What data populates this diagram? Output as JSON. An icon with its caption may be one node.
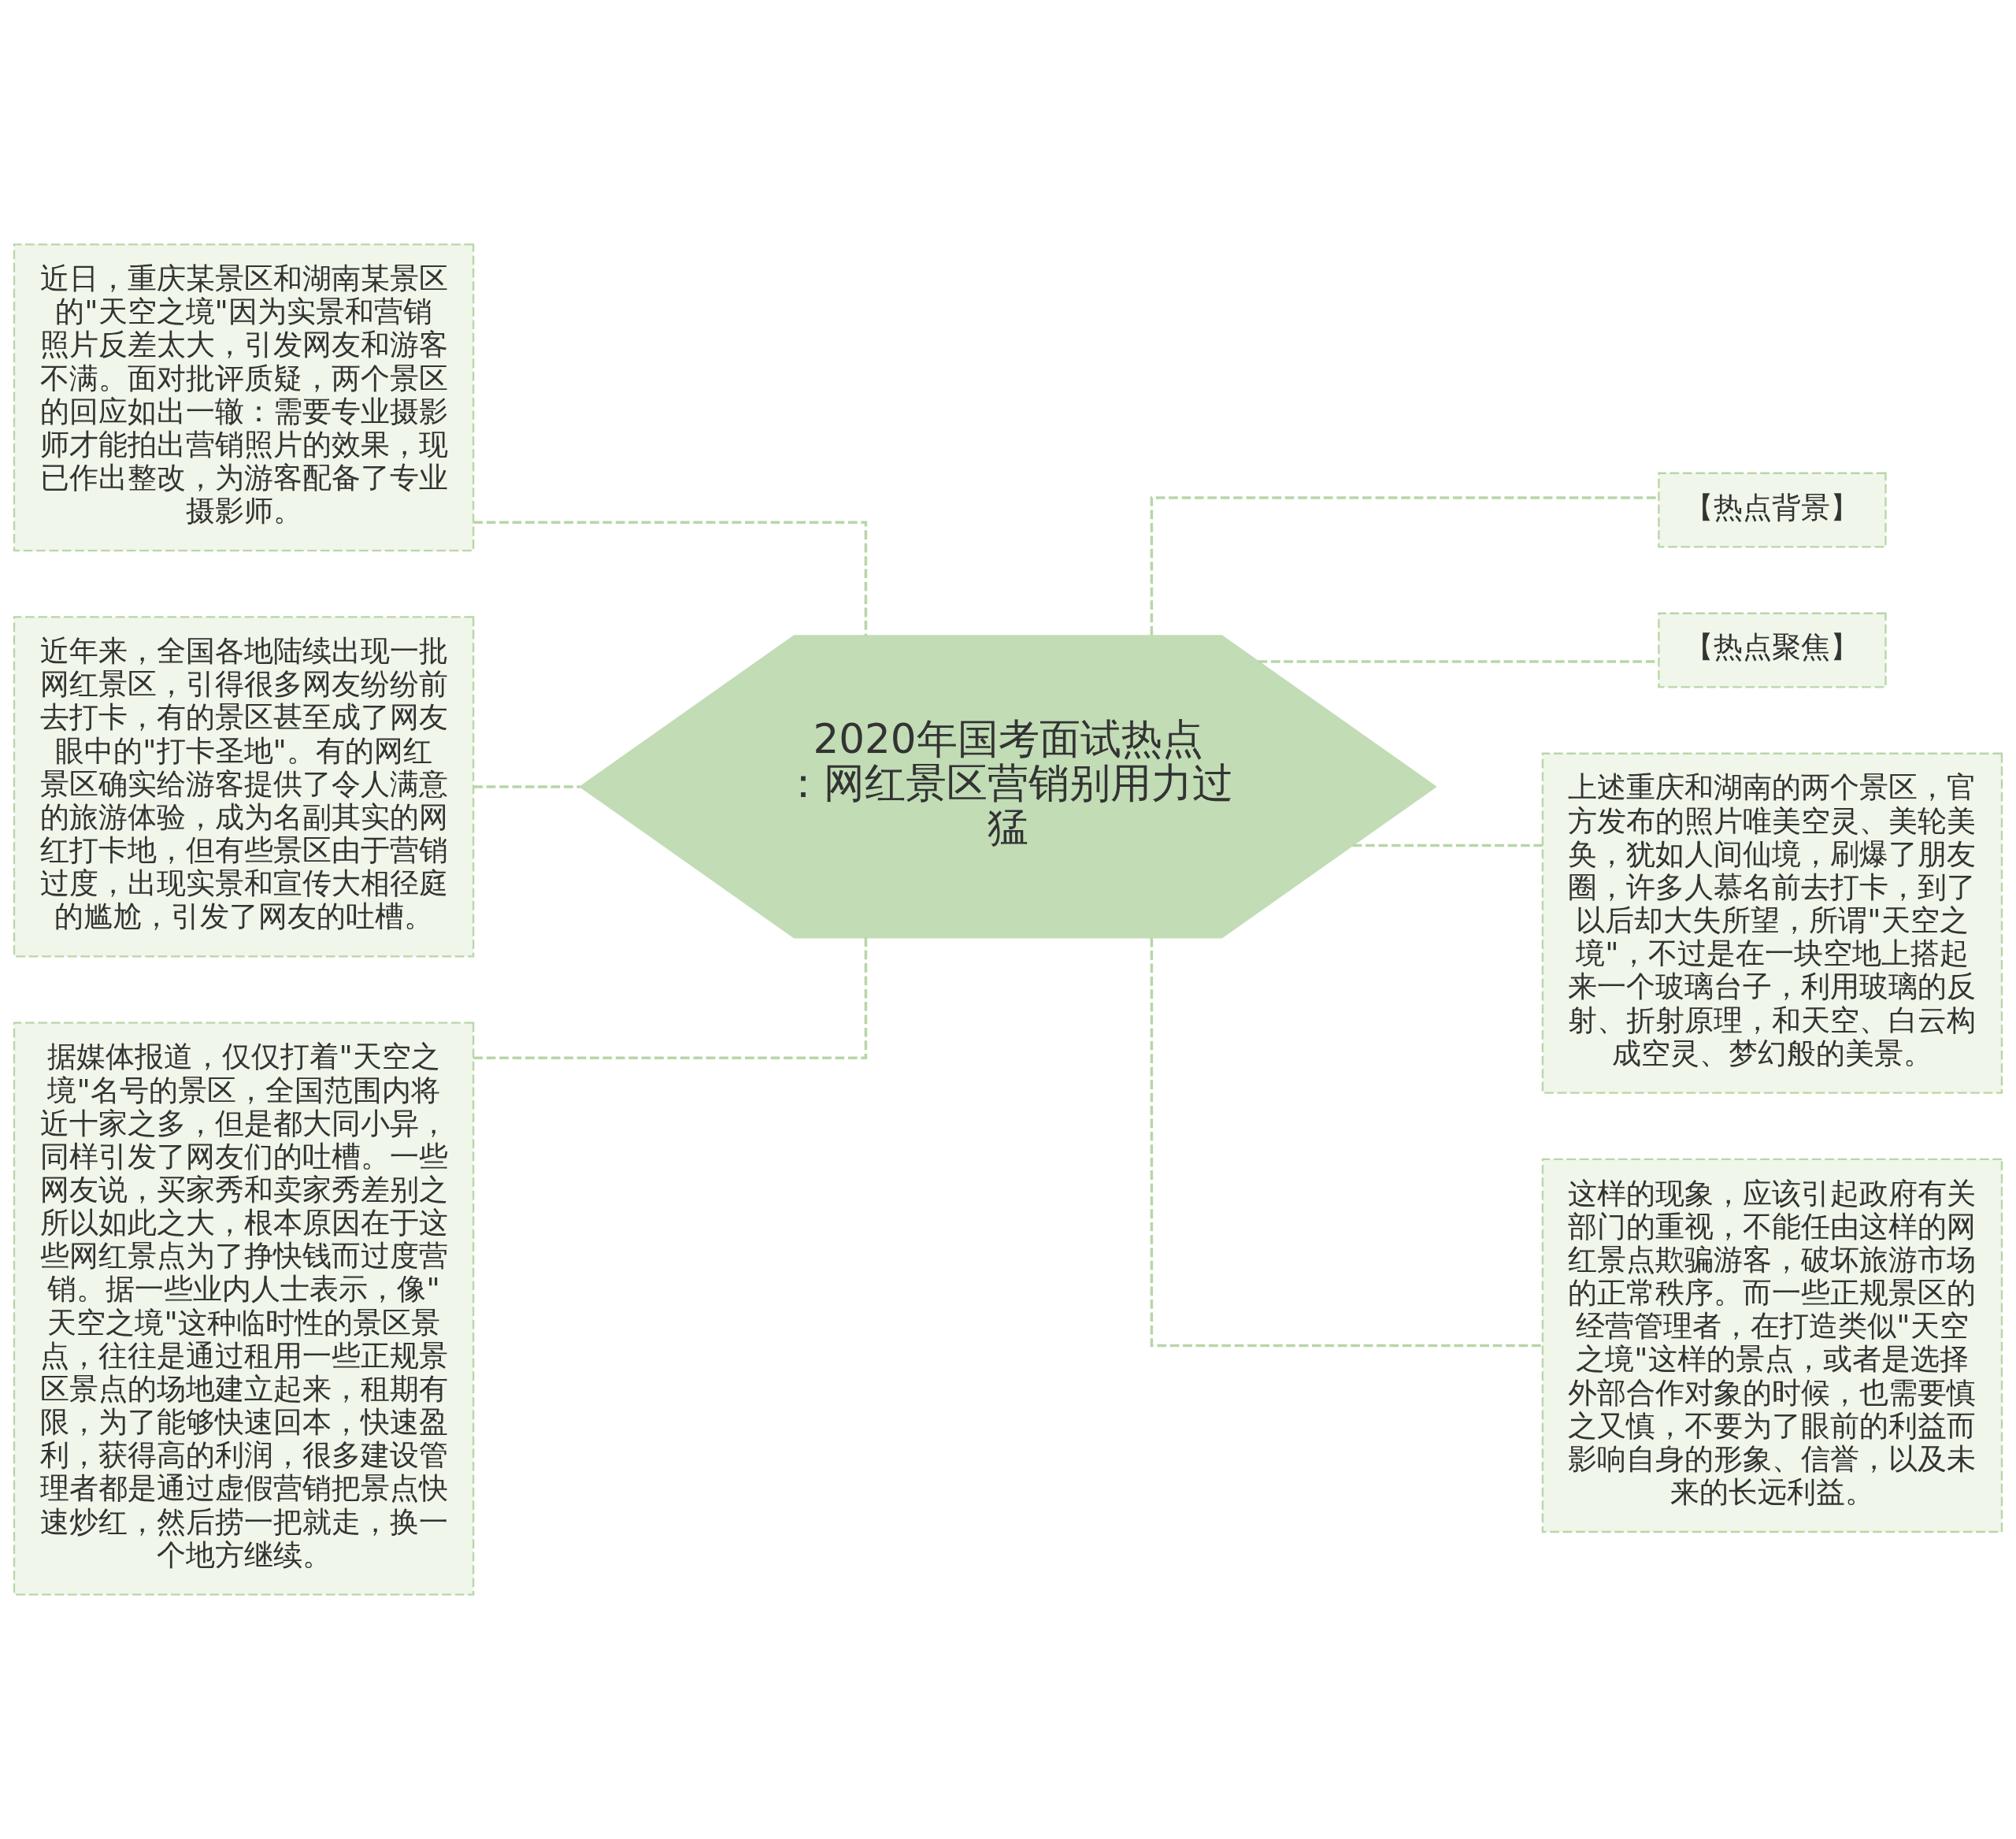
{
  "diagram": {
    "nodes": [
      {
        "text": [
          "2020年国考面试热点：网红景区营销别用力过猛"
        ]
      },
      {
        "text": [
          "近日，重庆某景区和湖南某景区的\"天空之境\"因为实景和营销照片反差太大，引发网友和游客不满。面对批评质疑，两个景区的回应如出一辙：需要专业摄影师才能拍出营销照片的效果，现已作出整改，为游客配备了专业摄影师。"
        ]
      },
      {
        "text": [
          "近年来，全国各地陆续出现一批网红景区，引得很多网友纷纷前去打卡，有的景区甚至成了网友眼中的\"打卡圣地\"。有的网红景区确实给游客提供了令人满意的旅游体验，成为名副其实的网红打卡地，但有些景区由于营销过度，出现实景和宣传大相径庭的尴尬，引发了网友的吐槽。"
        ]
      },
      {
        "text": [
          "据媒体报道，仅仅打着\"天空之境\"名号的景区，全国范围内将近十家之多，但是都大同小异，同样引发了网友们的吐槽。一些网友说，买家秀和卖家秀差别之所以如此之大，根本原因在于这些网红景点为了挣快钱而过度营销。据一些业内人士表示，像\"天空之境\"这种临时性的景区景点，往往是通过租用一些正规景区景点的场地建立起来，租期有限，为了能够快速回本，快速盈利，获得高的利润，很多建设管理者都是通过虚假营销把景点快速炒红，然后捞一把就走，换一个地方继续。"
        ]
      },
      {
        "text": [
          "【热点背景】"
        ]
      },
      {
        "text": [
          "【热点聚焦】"
        ]
      },
      {
        "text": [
          "上述重庆和湖南的两个景区，官方发布的照片唯美空灵、美轮美奂，犹如人间仙境，刷爆了朋友圈，许多人慕名前去打卡，到了以后却大失所望，所谓\"天空之境\"，不过是在一块空地上搭起来一个玻璃台子，利用玻璃的反射、折射原理，和天空、白云构成空灵、梦幻般的美景。"
        ]
      },
      {
        "text": [
          "这样的现象，应该引起政府有关部门的重视，不能任由这样的网红景点欺骗游客，破坏旅游市场的正常秩序。而一些正规景区的经营管理者，在打造类似\"天空之境\"这样的景点，或者是选择外部合作对象的时候，也需要慎之又慎，不要为了眼前的利益而影响自身的形象、信誉，以及未来的长远利益。"
        ]
      }
    ],
    "edges": [
      {
        "from": 0,
        "to": 1,
        "arrow": "none",
        "style": "dashed"
      },
      {
        "from": 0,
        "to": 2,
        "arrow": "none",
        "style": "dashed"
      },
      {
        "from": 0,
        "to": 3,
        "arrow": "none",
        "style": "dashed"
      },
      {
        "from": 0,
        "to": 4,
        "arrow": "none",
        "style": "dashed"
      },
      {
        "from": 0,
        "to": 5,
        "arrow": "none",
        "style": "dashed"
      },
      {
        "from": 0,
        "to": 6,
        "arrow": "none",
        "style": "dashed"
      },
      {
        "from": 0,
        "to": 7,
        "arrow": "none",
        "style": "dashed"
      }
    ]
  }
}
